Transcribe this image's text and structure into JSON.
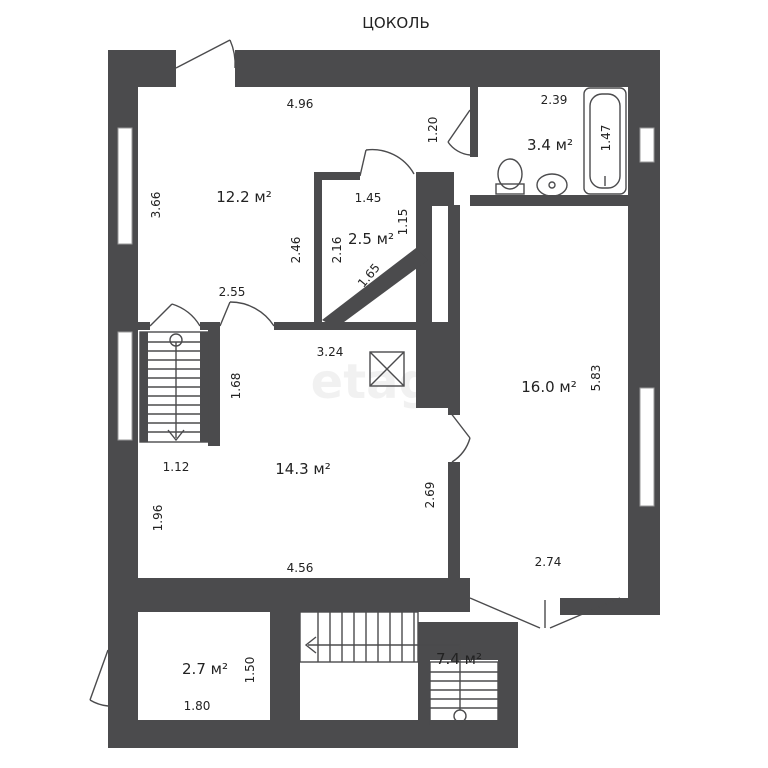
{
  "plan": {
    "title": "ЦОКОЛЬ",
    "watermark": "etagi",
    "colors": {
      "wall": "#4b4b4d",
      "background": "#ffffff"
    },
    "rooms": [
      {
        "id": "room-12-2",
        "area": "12.2 м²"
      },
      {
        "id": "room-3-4",
        "area": "3.4 м²"
      },
      {
        "id": "room-2-5",
        "area": "2.5 м²"
      },
      {
        "id": "room-14-3",
        "area": "14.3 м²"
      },
      {
        "id": "room-16-0",
        "area": "16.0 м²"
      },
      {
        "id": "room-2-7",
        "area": "2.7 м²"
      },
      {
        "id": "room-7-4",
        "area": "7.4 м²"
      }
    ],
    "dimensions": [
      "4.96",
      "1.20",
      "2.39",
      "1.47",
      "3.66",
      "1.45",
      "1.15",
      "2.46",
      "2.16",
      "1.65",
      "2.55",
      "3.24",
      "1.68",
      "5.83",
      "1.12",
      "2.69",
      "1.96",
      "4.56",
      "2.74",
      "1.50",
      "1.80"
    ],
    "fixtures": [
      "toilet-icon",
      "sink-icon",
      "bathtub-icon",
      "stairs-icon",
      "ventilation-icon"
    ]
  }
}
